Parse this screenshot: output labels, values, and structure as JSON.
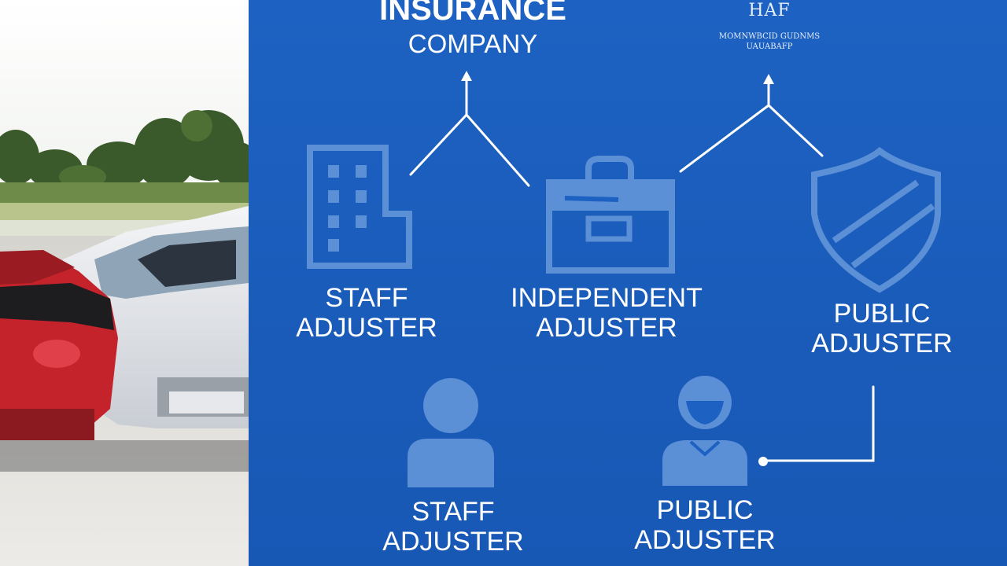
{
  "title": {
    "line1": "INSURANCE",
    "line2": "COMPANY"
  },
  "logo": {
    "mark": "HAF",
    "line1": "MOMNWBCID GUDNMS",
    "line2": "UAUABAFP"
  },
  "nodes": [
    {
      "id": "staff-top",
      "icon": "building-icon",
      "line1": "STAFF",
      "line2": "ADJUSTER"
    },
    {
      "id": "independent",
      "icon": "briefcase-icon",
      "line1": "INDEPENDENT",
      "line2": "ADJUSTER"
    },
    {
      "id": "public-right",
      "icon": "shield-icon",
      "line1": "PUBLIC",
      "line2": "ADJUSTER"
    },
    {
      "id": "staff-bottom",
      "icon": "person-icon",
      "line1": "STAFF",
      "line2": "ADJUSTER"
    },
    {
      "id": "public-bottom",
      "icon": "person-with-tie-icon",
      "line1": "PUBLIC",
      "line2": "ADJUSTER"
    }
  ],
  "colors": {
    "panel": "#1a5bb9",
    "icon": "#5b8fd6",
    "text": "#ffffff",
    "line": "#ffffff"
  }
}
